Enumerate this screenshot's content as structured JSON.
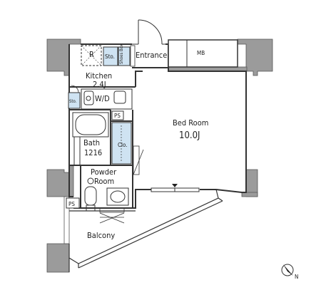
{
  "labels": {
    "refrigerator": "R",
    "storage_top": "Sto.",
    "shoes_box": "Shoes Box",
    "entrance": "Entrance",
    "meter_box": "MB",
    "kitchen": "Kitchen",
    "kitchen_size": "2.4J",
    "storage_left": "Sto.",
    "washer": "W/D",
    "pipe_space_mid": "PS",
    "bedroom": "Bed Room",
    "bedroom_size": "10.0J",
    "bath": "Bath",
    "bath_size": "1216",
    "closet": "Clo.",
    "powder_room": "Powder Room",
    "powder_room_l1": "Powder",
    "powder_room_l2": "Room",
    "pipe_space_low": "PS",
    "balcony": "Balcony",
    "north": "N"
  },
  "colors": {
    "wall": "#9a9a9a",
    "wall_dark": "#7d7d7d",
    "storage_fill": "#cfe3f2",
    "line": "#333333"
  }
}
